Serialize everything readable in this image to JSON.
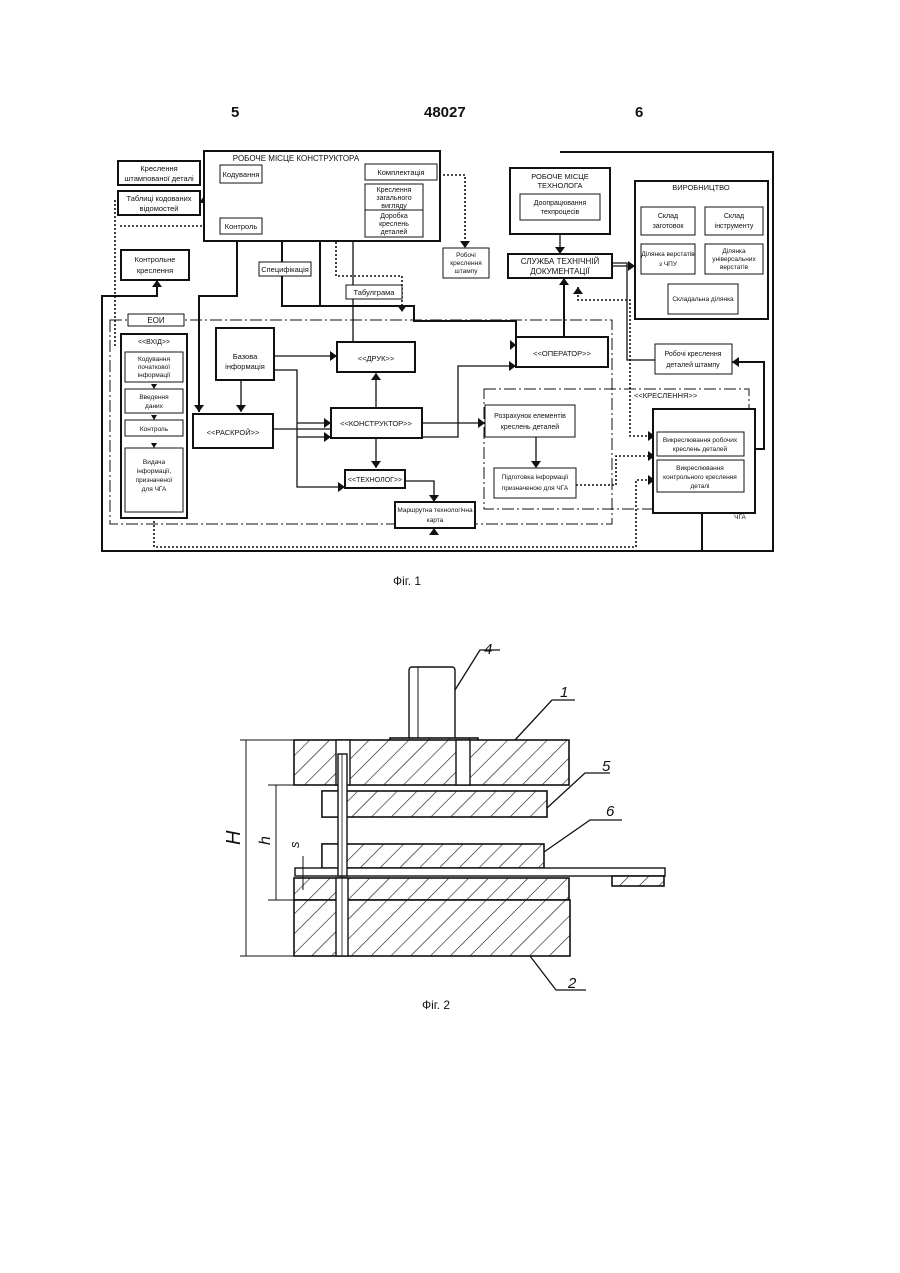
{
  "header": {
    "left_page": "5",
    "patent_number": "48027",
    "right_page": "6"
  },
  "fig1": {
    "caption": "Фіг. 1",
    "inputs": {
      "stamped_drawing": [
        "Креслення",
        "штампованої деталі"
      ],
      "code_tables": [
        "Таблиці кодованих",
        "відомостей"
      ],
      "control_drawing": [
        "Контрольне",
        "креслення"
      ]
    },
    "designer_workplace": {
      "title": "РОБОЧЕ МІСЦЕ КОНСТРУКТОРА",
      "coding": "Кодування",
      "control": "Контроль",
      "completing": "Комплектація",
      "general_view": [
        "Креслення",
        "загального",
        "вигляду"
      ],
      "finishing": [
        "Доробка",
        "креслень",
        "деталей"
      ]
    },
    "specification": "Специфікація",
    "tabulogram": "Табулграма",
    "working_stamp_drawing": [
      "Робочі",
      "креслення",
      "штампу"
    ],
    "technologist_workplace": {
      "title": [
        "РОБОЧЕ МІСЦЕ",
        "ТЕХНОЛОГА"
      ],
      "task": [
        "Доопрацювання",
        "техпроцесів"
      ]
    },
    "tech_docs_service": [
      "СЛУЖБА ТЕХНІЧНІЙ",
      "ДОКУМЕНТАЦІЇ"
    ],
    "production": {
      "title": "ВИРОБНИЦТВО",
      "blanks_store": [
        "Склад",
        "заготовок"
      ],
      "tool_store": [
        "Склад",
        "інструменту"
      ],
      "cnc_section": [
        "Ділянка верстатів",
        "з ЧПУ"
      ],
      "universal_section": [
        "Ділянка",
        "універсальних",
        "верстатів"
      ],
      "assembly_section": "Складальна ділянка"
    },
    "eoi": {
      "label": "ЕОИ",
      "input_block": "<<ВХІД>>",
      "input_steps": [
        [
          "Кодування",
          "початкової",
          "інформації"
        ],
        [
          "Введення",
          "даних"
        ],
        [
          "Контроль"
        ],
        [
          "Видача",
          "інформації,",
          "призначеної",
          "для ЧГА"
        ]
      ],
      "base_info": [
        "Базова",
        "інформація"
      ],
      "print": "<<ДРУК>>",
      "operator": "<<ОПЕРАТОР>>",
      "cutting": "<<РАСКРОЙ>>",
      "designer": "<<КОНСТРУКТОР>>",
      "technologist": "<<ТЕХНОЛОГ>>",
      "route_card": [
        "Маршрутна технологічна",
        "карта"
      ],
      "calc_elements": [
        "Розрахунок елементів",
        "креслень деталей"
      ],
      "prep_info": [
        "Підготовка інформації",
        "призначеною для ЧГА"
      ]
    },
    "stamp_parts_drawing": [
      "Робочі креслення",
      "деталей штампу"
    ],
    "drawing_block": {
      "label": "<<КРЕСЛЕННЯ>>",
      "working_drawings": [
        "Викреслювання робочих",
        "креслень деталей"
      ],
      "control_drawing": [
        "Викреслювання",
        "контрольного креслення",
        "деталі"
      ],
      "device": "ЧГА"
    }
  },
  "fig2": {
    "caption": "Фіг. 2",
    "callouts": [
      "4",
      "1",
      "5",
      "6",
      "2"
    ],
    "dimensions": [
      "H",
      "h",
      "s"
    ]
  }
}
